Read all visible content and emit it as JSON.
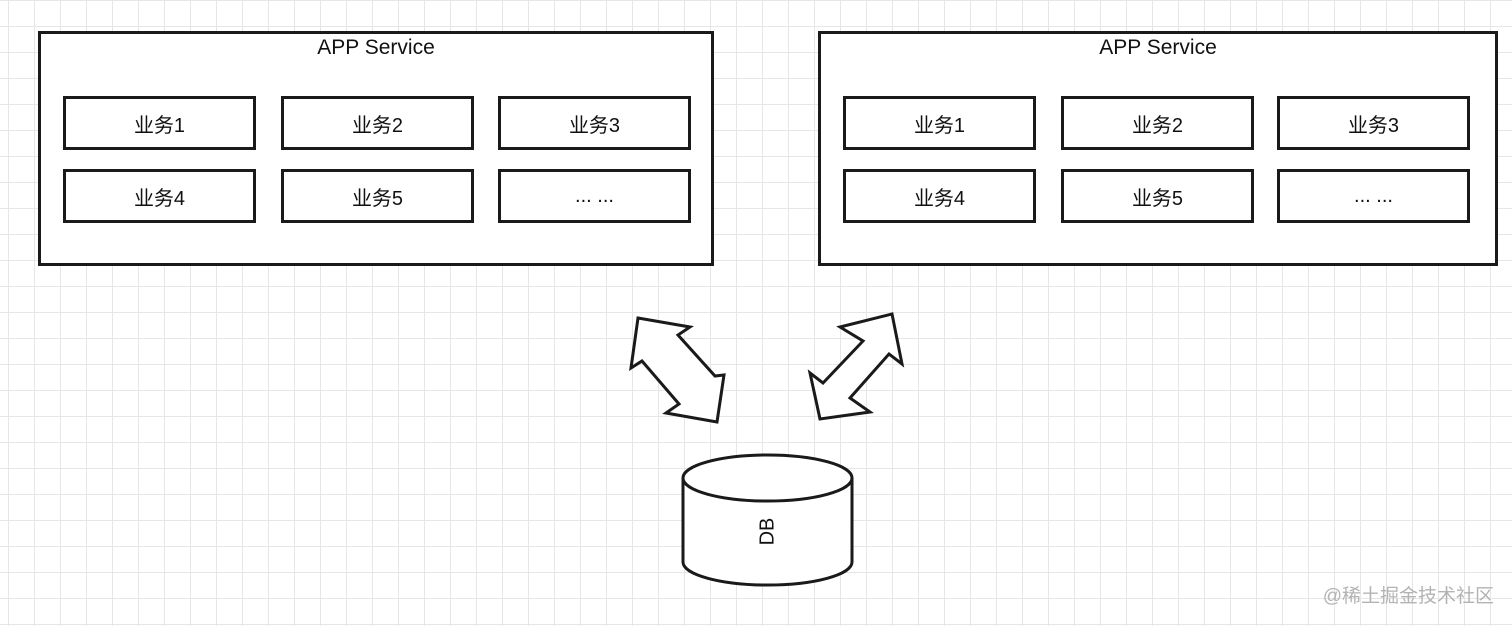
{
  "services": [
    {
      "title": "APP Service",
      "items": [
        "业务1",
        "业务2",
        "业务3",
        "业务4",
        "业务5",
        "... ..."
      ]
    },
    {
      "title": "APP Service",
      "items": [
        "业务1",
        "业务2",
        "业务3",
        "业务4",
        "业务5",
        "... ..."
      ]
    }
  ],
  "database": {
    "label": "DB"
  },
  "watermark": "@稀土掘金技术社区"
}
